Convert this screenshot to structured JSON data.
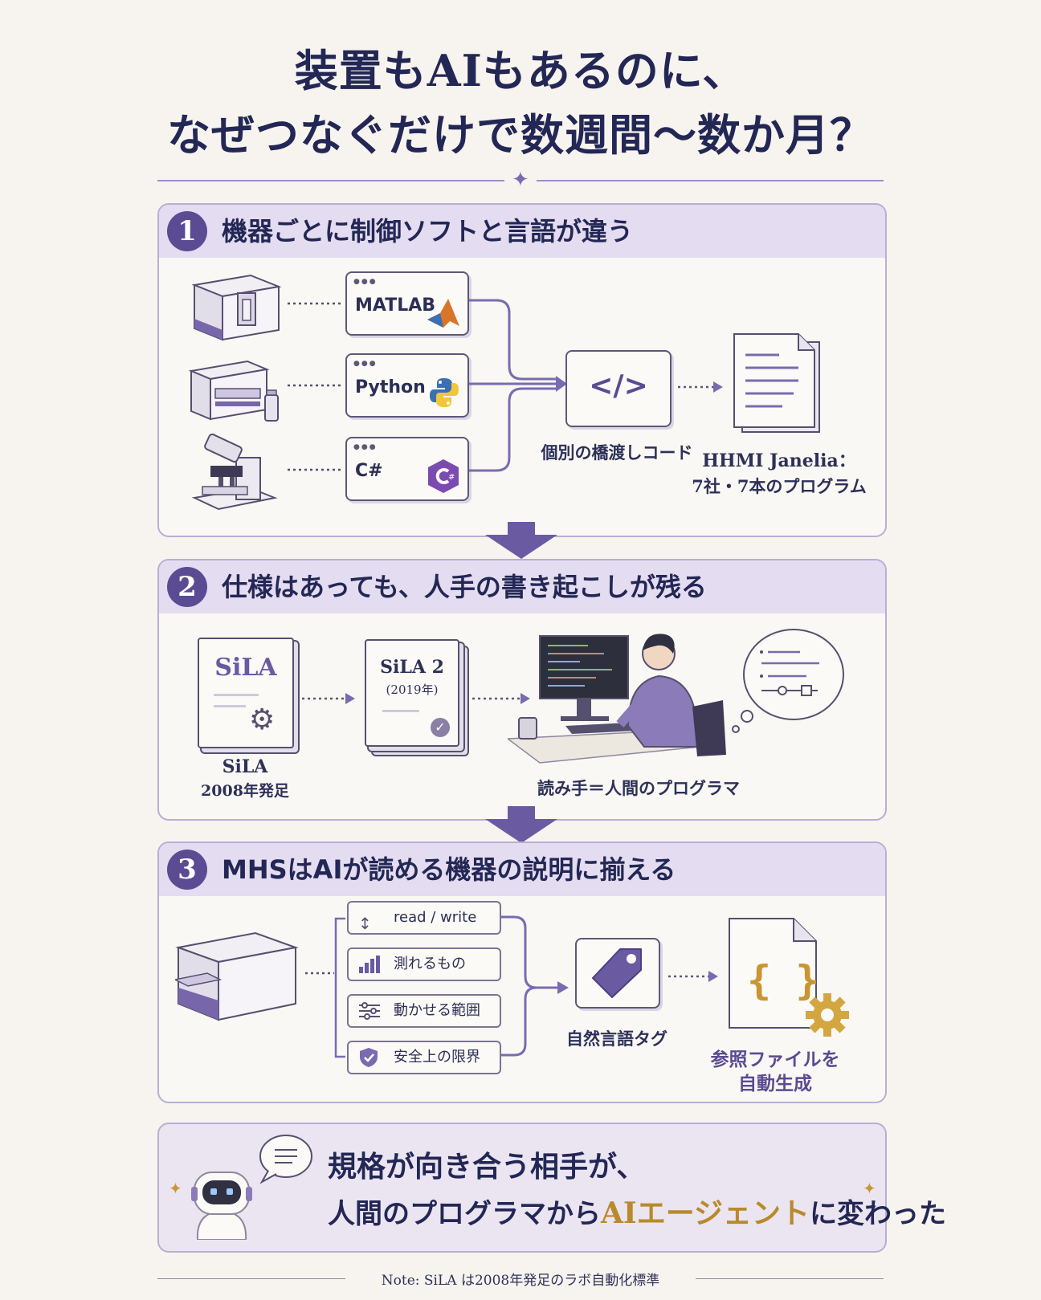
{
  "title": {
    "line1": "装置もAIもあるのに、",
    "line2": "なぜつなぐだけで数週間〜数か月？"
  },
  "sections": [
    {
      "number": "1",
      "title": "機器ごとに制御ソフトと言語が違う",
      "languages": [
        "MATLAB",
        "Python",
        "C#"
      ],
      "bridge_label": "個別の橋渡しコード",
      "doc_label_line1": "HHMI Janelia：",
      "doc_label_line2": "7社・7本のプログラム"
    },
    {
      "number": "2",
      "title": "仕様はあっても、人手の書き起こしが残る",
      "spec1_name": "SiLA",
      "spec1_label_line1": "SiLA",
      "spec1_label_line2": "2008年発足",
      "spec2_name": "SiLA 2",
      "spec2_year": "(2019年)",
      "reader_label": "読み手＝人間のプログラマ"
    },
    {
      "number": "3",
      "title": "MHSはAIが読める機器の説明に揃える",
      "items": [
        "read / write",
        "測れるもの",
        "動かせる範囲",
        "安全上の限界"
      ],
      "tag_label": "自然言語タグ",
      "file_label_line1": "参照ファイルを",
      "file_label_line2": "自動生成"
    }
  ],
  "conclusion": {
    "line1": "規格が向き合う相手が、",
    "line2_prefix": "人間のプログラマから",
    "line2_highlight": "AIエージェント",
    "line2_suffix": "に変わった"
  },
  "note": "Note: SiLA は2008年発足のラボ自動化標準",
  "colors": {
    "accent": "#5a4b92",
    "panel_header": "#e4dcf0",
    "gold": "#b88a2c",
    "navy": "#232755"
  },
  "icons": [
    "matlab-icon",
    "python-icon",
    "csharp-icon",
    "code-icon",
    "document-icon",
    "gear-icon",
    "check-icon",
    "tag-icon",
    "braces-icon",
    "robot-icon"
  ]
}
